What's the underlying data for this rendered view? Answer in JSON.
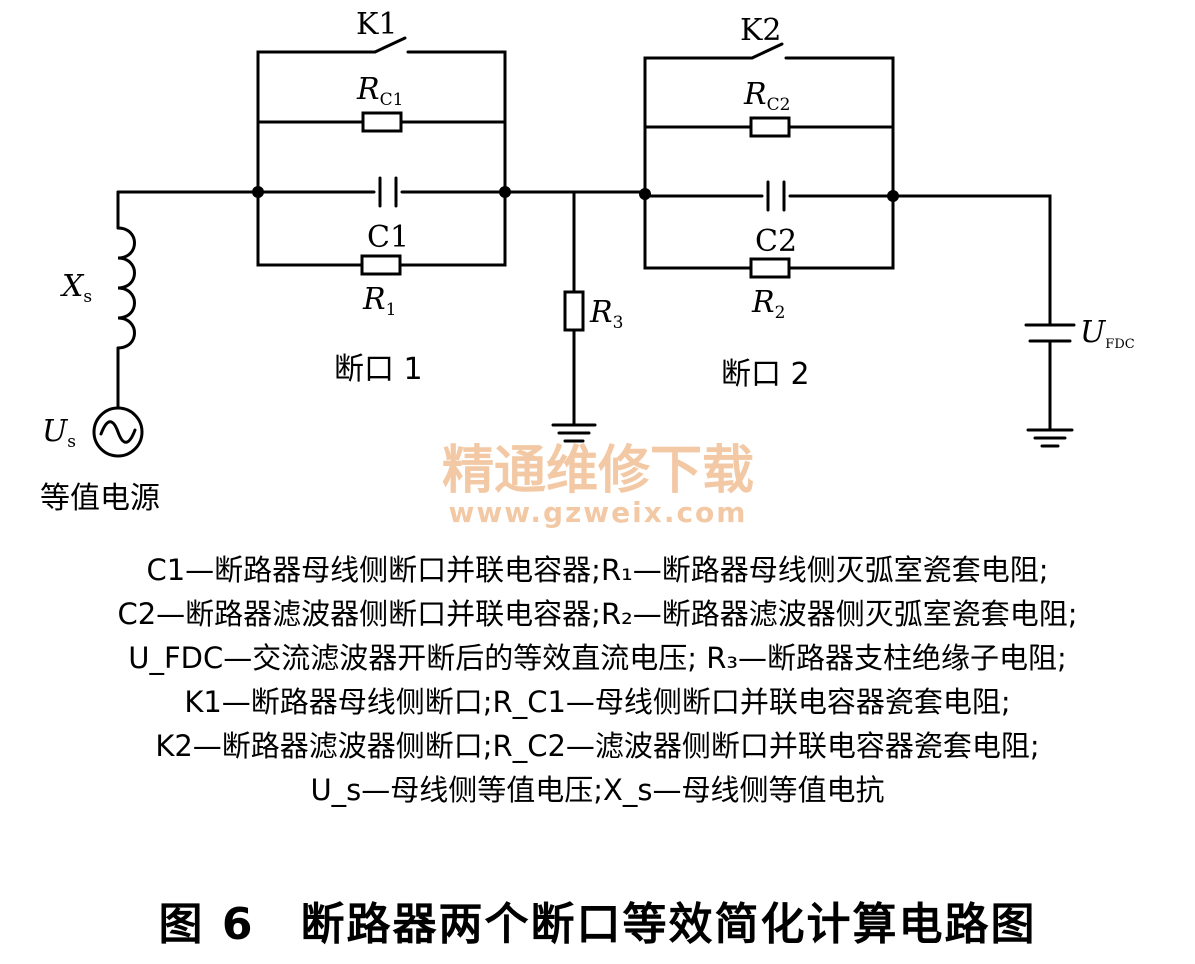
{
  "labels": {
    "k1": "K1",
    "k2": "K2",
    "rc1": "R",
    "rc1_sub": "C1",
    "rc2": "R",
    "rc2_sub": "C2",
    "c1": "C1",
    "c2": "C2",
    "r1": "R",
    "r1_sub": "1",
    "r2": "R",
    "r2_sub": "2",
    "r3": "R",
    "r3_sub": "3",
    "xs": "X",
    "xs_sub": "s",
    "us": "U",
    "us_sub": "s",
    "ufdc": "U",
    "ufdc_sub": "FDC",
    "break1": "断口 1",
    "break2": "断口 2",
    "source": "等值电源"
  },
  "watermark": {
    "cn": "精通维修下载",
    "url": "www.gzweix.com"
  },
  "legend": [
    "C1—断路器母线侧断口并联电容器;R₁—断路器母线侧灭弧室瓷套电阻;",
    "C2—断路器滤波器侧断口并联电容器;R₂—断路器滤波器侧灭弧室瓷套电阻;",
    "U_FDC—交流滤波器开断后的等效直流电压; R₃—断路器支柱绝缘子电阻;",
    "K1—断路器母线侧断口;R_C1—母线侧断口并联电容器瓷套电阻;",
    "K2—断路器滤波器侧断口;R_C2—滤波器侧断口并联电容器瓷套电阻;",
    "U_s—母线侧等值电压;X_s—母线侧等值电抗"
  ],
  "caption": "图 6　断路器两个断口等效简化计算电路图"
}
